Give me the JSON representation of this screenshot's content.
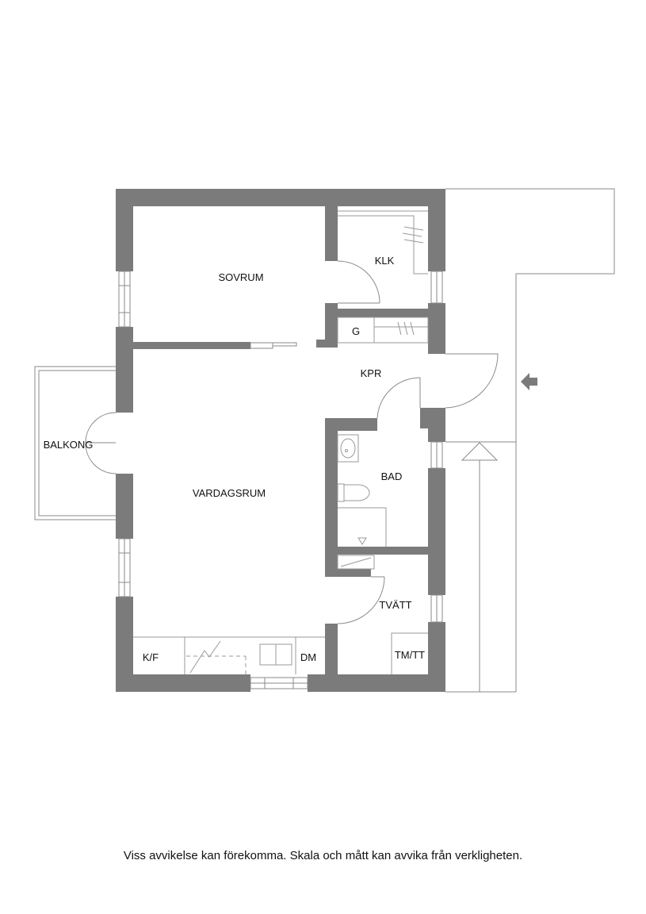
{
  "colors": {
    "wall": "#7b7b7b",
    "line": "#8a8a8a",
    "background": "#ffffff",
    "text": "#111111"
  },
  "rooms": {
    "sovrum": "SOVRUM",
    "klk": "KLK",
    "g": "G",
    "kpr": "KPR",
    "balkong": "BALKONG",
    "vardagsrum": "VARDAGSRUM",
    "bad": "BAD",
    "tvatt": "TVÄTT",
    "kf": "K/F",
    "dm": "DM",
    "tmtt": "TM/TT"
  },
  "icons": {
    "entrance": "entrance-arrow-icon",
    "stair": "stair-arrow-icon"
  },
  "disclaimer": "Viss avvikelse kan förekomma. Skala och mått kan avvika från verkligheten."
}
